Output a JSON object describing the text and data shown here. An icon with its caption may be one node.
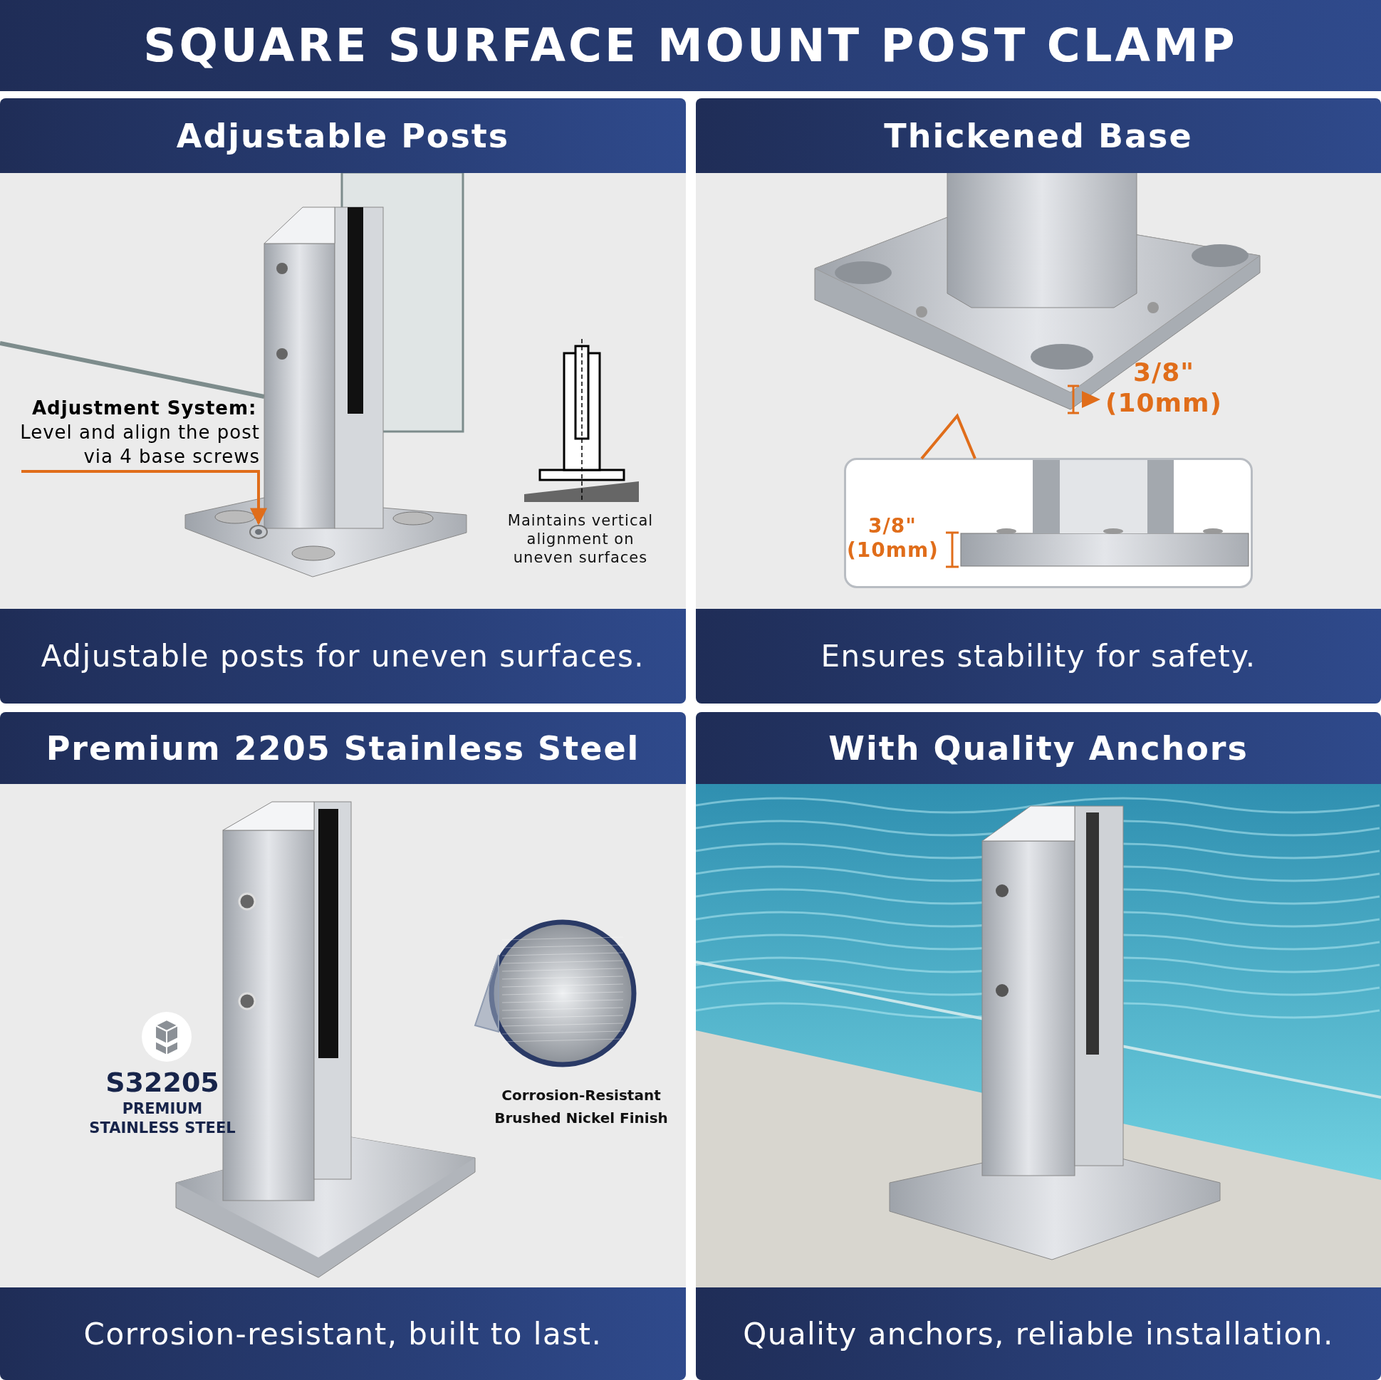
{
  "diagram": {
    "title": "SQUARE SURFACE MOUNT POST CLAMP",
    "nodes": [
      {
        "text": [
          "Adjustable Posts",
          "Adjustable posts for uneven surfaces."
        ]
      },
      {
        "text": [
          "Adjustment System:",
          "Level and align the post via 4 base screws"
        ],
        "in": 0
      },
      {
        "text": [],
        "shape": "circle",
        "in": 0
      },
      {
        "text": [],
        "shape": "picture",
        "in": 0,
        "beside": [
          "Maintains vertical alignment on uneven surfaces"
        ]
      },
      {
        "text": [
          "Thickened Base",
          "Ensures stability for safety."
        ]
      },
      {
        "text": [],
        "shape": "picture",
        "in": 4
      },
      {
        "text": [],
        "shape": "box",
        "in": 4
      },
      {
        "text": [
          "Premium 2205 Stainless Steel",
          "Corrosion-resistant, built to last."
        ]
      },
      {
        "text": [],
        "shape": "picture",
        "in": 7
      },
      {
        "text": [],
        "shape": "circle",
        "in": 7,
        "beside": [
          "Corrosion-Resistant Brushed Nickel Finish"
        ]
      },
      {
        "text": [
          "S32205",
          "PREMIUM STAINLESS STEEL"
        ],
        "in": 7
      },
      {
        "text": [
          "With Quality Anchors",
          "Quality anchors, reliable installation."
        ]
      },
      {
        "text": [],
        "shape": "picture",
        "in": 11
      }
    ],
    "edges": [
      {
        "from": 1,
        "to": 2,
        "arrow": "to"
      },
      {
        "from": 6,
        "to": 5,
        "arrow": "none"
      },
      {
        "from": 8,
        "to": 9,
        "arrow": "none",
        "color": "#8f9bb0"
      }
    ],
    "labels": [
      "3/8\" (10mm)",
      "3/8\" (10mm)"
    ]
  }
}
